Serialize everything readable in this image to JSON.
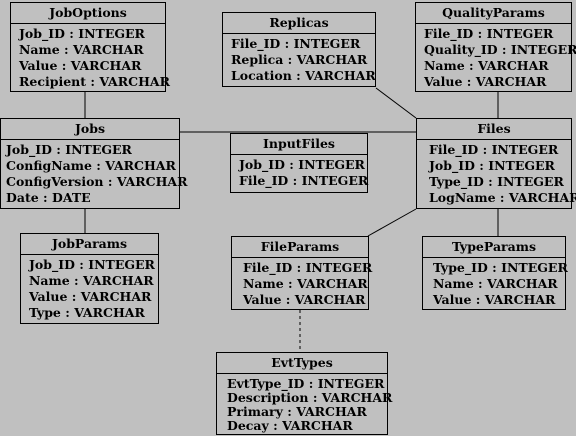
{
  "entities": [
    {
      "id": "joboptions",
      "name": "JobOptions",
      "attributes": [
        "Job_ID : INTEGER",
        "Name : VARCHAR",
        "Value : VARCHAR",
        "Recipient : VARCHAR"
      ]
    },
    {
      "id": "replicas",
      "name": "Replicas",
      "attributes": [
        "File_ID : INTEGER",
        "Replica : VARCHAR",
        "Location : VARCHAR"
      ]
    },
    {
      "id": "qualityparams",
      "name": "QualityParams",
      "attributes": [
        "File_ID : INTEGER",
        "Quality_ID : INTEGER",
        "Name : VARCHAR",
        "Value : VARCHAR"
      ]
    },
    {
      "id": "jobs",
      "name": "Jobs",
      "attributes": [
        "Job_ID : INTEGER",
        "ConfigName : VARCHAR",
        "ConfigVersion : VARCHAR",
        "Date : DATE"
      ]
    },
    {
      "id": "inputfiles",
      "name": "InputFiles",
      "attributes": [
        "Job_ID : INTEGER",
        "File_ID : INTEGER"
      ]
    },
    {
      "id": "files",
      "name": "Files",
      "attributes": [
        "File_ID : INTEGER",
        "Job_ID : INTEGER",
        "Type_ID : INTEGER",
        "LogName : VARCHAR"
      ]
    },
    {
      "id": "jobparams",
      "name": "JobParams",
      "attributes": [
        "Job_ID : INTEGER",
        "Name : VARCHAR",
        "Value : VARCHAR",
        "Type : VARCHAR"
      ]
    },
    {
      "id": "fileparams",
      "name": "FileParams",
      "attributes": [
        "File_ID : INTEGER",
        "Name : VARCHAR",
        "Value : VARCHAR"
      ]
    },
    {
      "id": "typeparams",
      "name": "TypeParams",
      "attributes": [
        "Type_ID : INTEGER",
        "Name : VARCHAR",
        "Value : VARCHAR"
      ]
    },
    {
      "id": "evttypes",
      "name": "EvtTypes",
      "attributes": [
        "EvtType_ID : INTEGER",
        "Description : VARCHAR",
        "Primary : VARCHAR",
        "Decay : VARCHAR"
      ]
    }
  ],
  "relations": [
    {
      "from": "joboptions",
      "to": "jobs",
      "style": "solid"
    },
    {
      "from": "jobs",
      "to": "jobparams",
      "style": "solid"
    },
    {
      "from": "jobs",
      "to": "files",
      "style": "solid"
    },
    {
      "from": "replicas",
      "to": "files",
      "style": "solid"
    },
    {
      "from": "qualityparams",
      "to": "files",
      "style": "solid"
    },
    {
      "from": "files",
      "to": "fileparams",
      "style": "solid"
    },
    {
      "from": "files",
      "to": "typeparams",
      "style": "solid"
    },
    {
      "from": "fileparams",
      "to": "evttypes",
      "style": "dashed"
    }
  ],
  "colors": {
    "background": "#c0c0c0",
    "line": "#000000",
    "text": "#000000"
  }
}
